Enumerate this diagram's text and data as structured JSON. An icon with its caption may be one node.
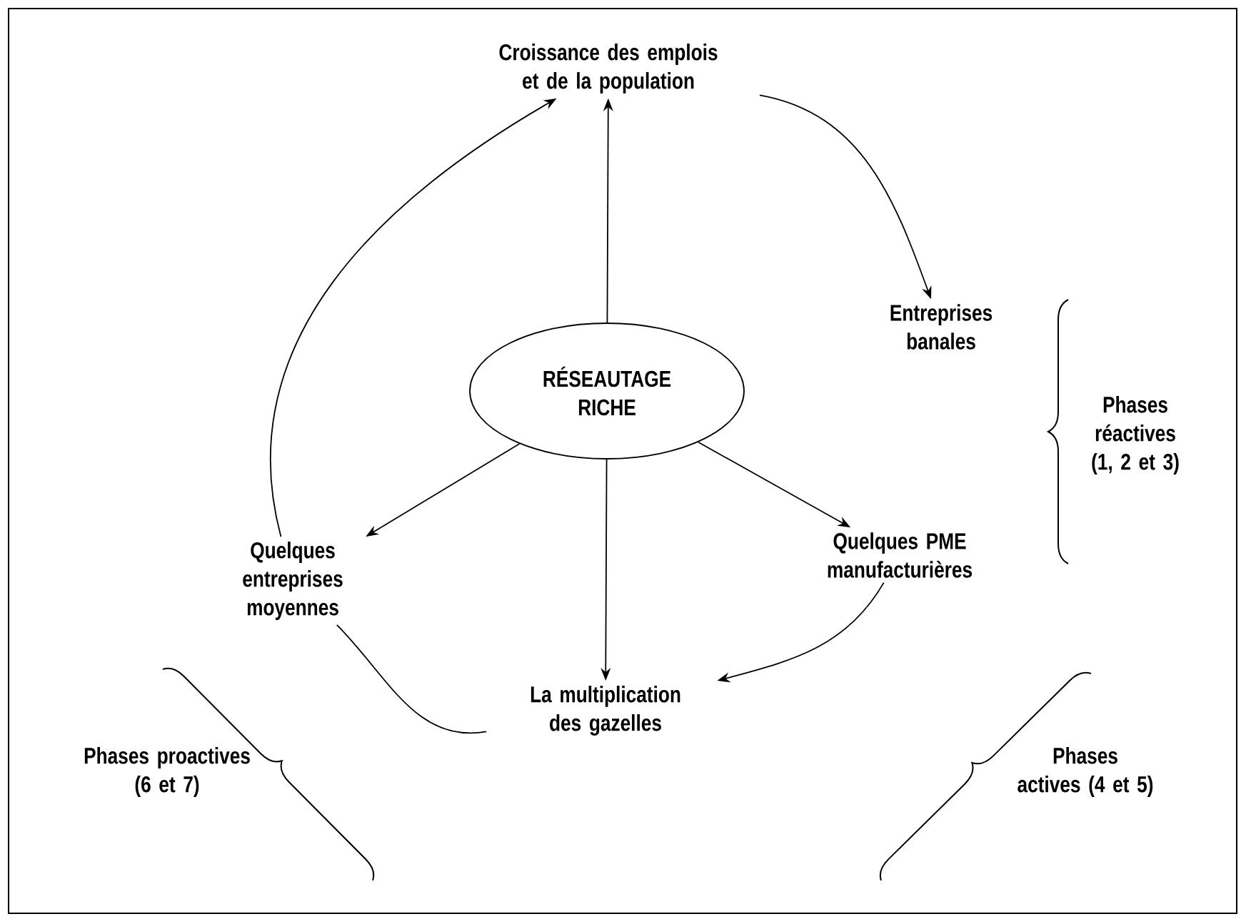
{
  "diagram": {
    "nodes": [
      {
        "text": [
          "Croissance des emplois et de la population"
        ]
      },
      {
        "text": [
          "Entreprises banales"
        ]
      },
      {
        "text": [
          "RÉSEAUTAGE RICHE"
        ]
      },
      {
        "text": [
          "Quelques entreprises moyennes"
        ]
      },
      {
        "text": [
          "Quelques PME manufacturières"
        ]
      },
      {
        "text": [
          "La multiplication des gazelles"
        ]
      }
    ],
    "edges": [
      {
        "from": 2,
        "to": 0,
        "arrow": "to"
      },
      {
        "from": 0,
        "to": 1,
        "arrow": "to"
      },
      {
        "from": 2,
        "to": 3,
        "arrow": "to"
      },
      {
        "from": 2,
        "to": 5,
        "arrow": "to"
      },
      {
        "from": 2,
        "to": 4,
        "arrow": "to"
      },
      {
        "from": 4,
        "to": 5,
        "arrow": "to"
      },
      {
        "from": 5,
        "to": 3,
        "arrow": "none"
      },
      {
        "from": 3,
        "to": 0,
        "arrow": "to"
      }
    ],
    "labels": [
      "Phases réactives (1, 2 et 3)",
      "Phases proactives (6 et 7)",
      "Phases actives (4 et 5)"
    ]
  }
}
